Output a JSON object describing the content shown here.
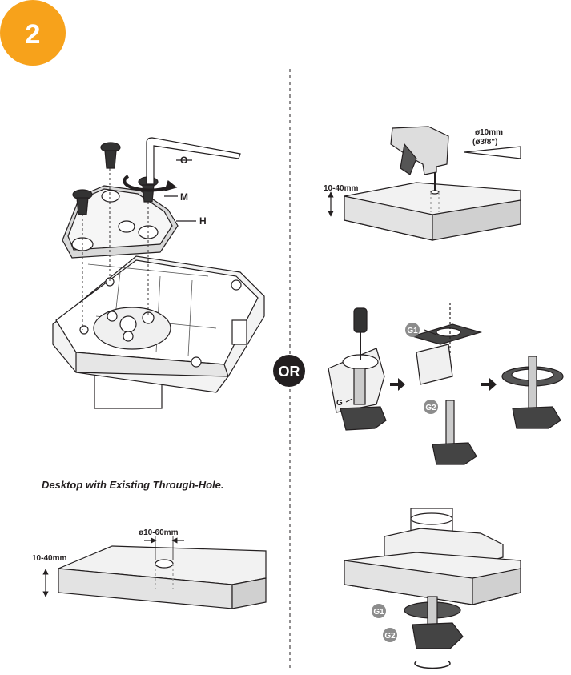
{
  "step": {
    "number": "2",
    "badge_color": "#f7a21b"
  },
  "separator": {
    "label": "OR"
  },
  "left": {
    "labels": {
      "hex_key": "O",
      "screw": "M",
      "plate": "H"
    },
    "caption": "Desktop with Existing Through-Hole.",
    "desk_thickness": "10-40mm",
    "hole_diameter": "ø10-60mm"
  },
  "right": {
    "drill": {
      "desk_thickness": "10-40mm",
      "bit_size": "ø10mm",
      "bit_size_imperial": "(ø3/8\")"
    },
    "parts": {
      "clamp": "G",
      "washer": "G1",
      "bolt": "G2"
    },
    "install": {
      "washer": "G1",
      "bolt": "G2"
    }
  }
}
